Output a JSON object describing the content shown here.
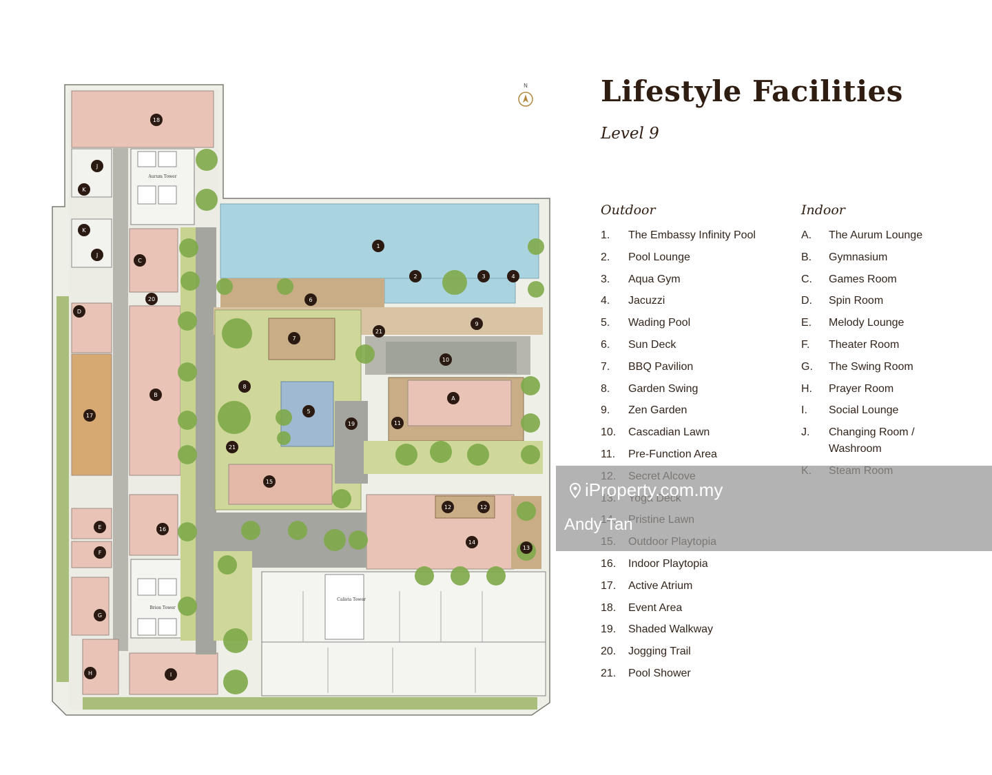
{
  "title": "Lifestyle Facilities",
  "level": "Level 9",
  "compass_label": "N",
  "outdoor": {
    "heading": "Outdoor",
    "items": [
      {
        "num": "1.",
        "label": "The Embassy Infinity Pool"
      },
      {
        "num": "2.",
        "label": "Pool Lounge"
      },
      {
        "num": "3.",
        "label": "Aqua Gym"
      },
      {
        "num": "4.",
        "label": "Jacuzzi"
      },
      {
        "num": "5.",
        "label": "Wading Pool"
      },
      {
        "num": "6.",
        "label": "Sun Deck"
      },
      {
        "num": "7.",
        "label": "BBQ Pavilion"
      },
      {
        "num": "8.",
        "label": "Garden Swing"
      },
      {
        "num": "9.",
        "label": "Zen Garden"
      },
      {
        "num": "10.",
        "label": "Cascadian Lawn"
      },
      {
        "num": "11.",
        "label": "Pre-Function Area"
      },
      {
        "num": "12.",
        "label": "Secret Alcove"
      },
      {
        "num": "13.",
        "label": "Yoga Deck"
      },
      {
        "num": "14.",
        "label": "Pristine Lawn"
      },
      {
        "num": "15.",
        "label": "Outdoor Playtopia"
      },
      {
        "num": "16.",
        "label": "Indoor Playtopia"
      },
      {
        "num": "17.",
        "label": "Active Atrium"
      },
      {
        "num": "18.",
        "label": "Event Area"
      },
      {
        "num": "19.",
        "label": "Shaded Walkway"
      },
      {
        "num": "20.",
        "label": "Jogging Trail"
      },
      {
        "num": "21.",
        "label": "Pool Shower"
      }
    ]
  },
  "indoor": {
    "heading": "Indoor",
    "items": [
      {
        "num": "A.",
        "label": "The Aurum Lounge"
      },
      {
        "num": "B.",
        "label": "Gymnasium"
      },
      {
        "num": "C.",
        "label": "Games Room"
      },
      {
        "num": "D.",
        "label": "Spin Room"
      },
      {
        "num": "E.",
        "label": "Melody Lounge"
      },
      {
        "num": "F.",
        "label": "Theater Room"
      },
      {
        "num": "G.",
        "label": "The Swing Room"
      },
      {
        "num": "H.",
        "label": "Prayer Room"
      },
      {
        "num": "I.",
        "label": "Social Lounge"
      },
      {
        "num": "J.",
        "label": "Changing Room / Washroom"
      },
      {
        "num": "K.",
        "label": "Steam Room"
      }
    ]
  },
  "towers": {
    "aurum": "Aurum Tower",
    "brion": "Brion Tower",
    "calista": "Calista Tower"
  },
  "markers": [
    "1",
    "2",
    "3",
    "4",
    "5",
    "6",
    "7",
    "8",
    "9",
    "10",
    "11",
    "12",
    "13",
    "14",
    "15",
    "16",
    "17",
    "18",
    "19",
    "20",
    "21",
    "A",
    "B",
    "C",
    "D",
    "E",
    "F",
    "G",
    "H",
    "I",
    "J",
    "K"
  ],
  "watermark": {
    "brand": "iProperty.com.my",
    "agent": "Andy Tan"
  },
  "colors": {
    "pool": "#a9d3df",
    "lawn": "#cfd89a",
    "deck": "#c9ad86",
    "indoor_pink": "#e8c3b6",
    "atrium": "#d6a872",
    "path": "#a5a5a0",
    "tree": "#7faa4a",
    "marker": "#2b1a12"
  }
}
